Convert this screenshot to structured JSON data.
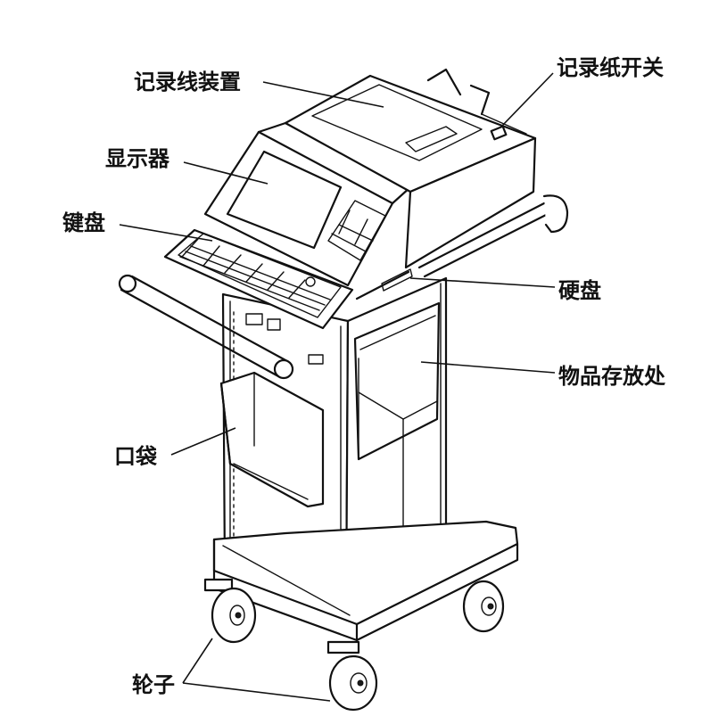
{
  "labels": {
    "recorder": "记录线装置",
    "paper_switch": "记录纸开关",
    "monitor": "显示器",
    "keyboard": "键盘",
    "hard_disk": "硬盘",
    "storage": "物品存放处",
    "pocket": "口袋",
    "wheels": "轮子"
  }
}
